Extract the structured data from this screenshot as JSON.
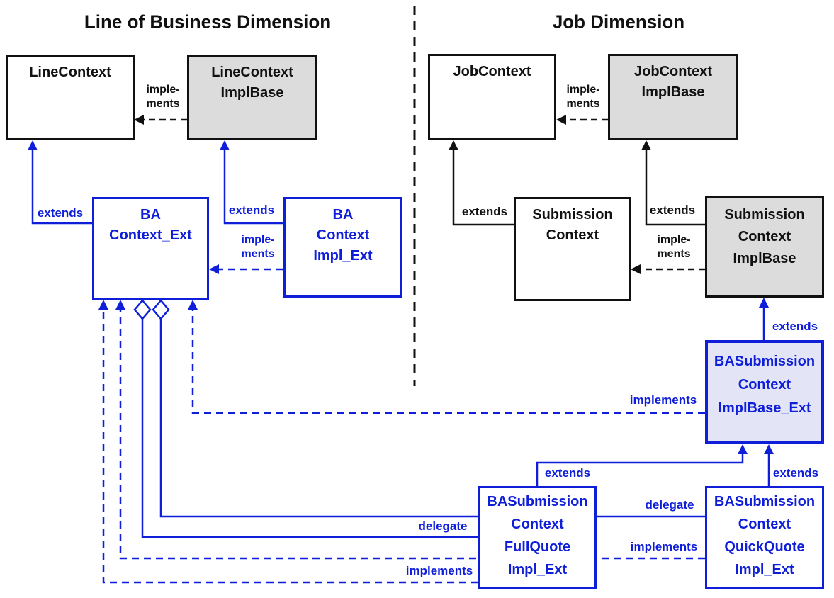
{
  "titles": {
    "left": "Line of Business Dimension",
    "right": "Job Dimension"
  },
  "labels": {
    "extends": "extends",
    "implements": "implements",
    "imple": "imple-",
    "ments": "ments",
    "delegate": "delegate"
  },
  "boxes": {
    "linecontext": {
      "l1": "LineContext"
    },
    "linecontextimplbase": {
      "l1": "LineContext",
      "l2": "ImplBase"
    },
    "bacontext_ext": {
      "l1": "BA",
      "l2": "Context_Ext"
    },
    "bacontextimpl_ext": {
      "l1": "BA",
      "l2": "Context",
      "l3": "Impl_Ext"
    },
    "jobcontext": {
      "l1": "JobContext"
    },
    "jobcontextimplbase": {
      "l1": "JobContext",
      "l2": "ImplBase"
    },
    "submissioncontext": {
      "l1": "Submission",
      "l2": "Context"
    },
    "submissioncontextimplbase": {
      "l1": "Submission",
      "l2": "Context",
      "l3": "ImplBase"
    },
    "basubmissionimplbase_ext": {
      "l1": "BASubmission",
      "l2": "Context",
      "l3": "ImplBase_Ext"
    },
    "bafullquote": {
      "l1": "BASubmission",
      "l2": "Context",
      "l3": "FullQuote",
      "l4": "Impl_Ext"
    },
    "baquickquote": {
      "l1": "BASubmission",
      "l2": "Context",
      "l3": "QuickQuote",
      "l4": "Impl_Ext"
    }
  },
  "colors": {
    "blue": "#0e1ed9",
    "black": "#111111",
    "gray_fill": "#dcdcdc",
    "lavender_fill": "#e3e5f7",
    "white_fill": "#ffffff"
  },
  "relationships": [
    {
      "from": "BAContext_Ext",
      "to": "LineContext",
      "type": "extends"
    },
    {
      "from": "BAContextImpl_Ext",
      "to": "LineContextImplBase",
      "type": "extends"
    },
    {
      "from": "BAContextImpl_Ext",
      "to": "BAContext_Ext",
      "type": "implements"
    },
    {
      "from": "LineContextImplBase",
      "to": "LineContext",
      "type": "implements"
    },
    {
      "from": "SubmissionContext",
      "to": "JobContext",
      "type": "extends"
    },
    {
      "from": "SubmissionContextImplBase",
      "to": "JobContextImplBase",
      "type": "extends"
    },
    {
      "from": "JobContextImplBase",
      "to": "JobContext",
      "type": "implements"
    },
    {
      "from": "SubmissionContextImplBase",
      "to": "SubmissionContext",
      "type": "implements"
    },
    {
      "from": "BASubmissionContextImplBase_Ext",
      "to": "SubmissionContextImplBase",
      "type": "extends"
    },
    {
      "from": "BASubmissionContextImplBase_Ext",
      "to": "BAContext_Ext",
      "type": "implements"
    },
    {
      "from": "BASubmissionContextFullQuoteImpl_Ext",
      "to": "BASubmissionContextImplBase_Ext",
      "type": "extends"
    },
    {
      "from": "BASubmissionContextQuickQuoteImpl_Ext",
      "to": "BASubmissionContextImplBase_Ext",
      "type": "extends"
    },
    {
      "from": "BASubmissionContextFullQuoteImpl_Ext",
      "to": "BAContext_Ext",
      "type": "delegate"
    },
    {
      "from": "BASubmissionContextQuickQuoteImpl_Ext",
      "to": "BAContext_Ext",
      "type": "delegate"
    },
    {
      "from": "BASubmissionContextFullQuoteImpl_Ext",
      "to": "BAContext_Ext",
      "type": "implements"
    },
    {
      "from": "BASubmissionContextQuickQuoteImpl_Ext",
      "to": "BAContext_Ext",
      "type": "implements"
    }
  ]
}
